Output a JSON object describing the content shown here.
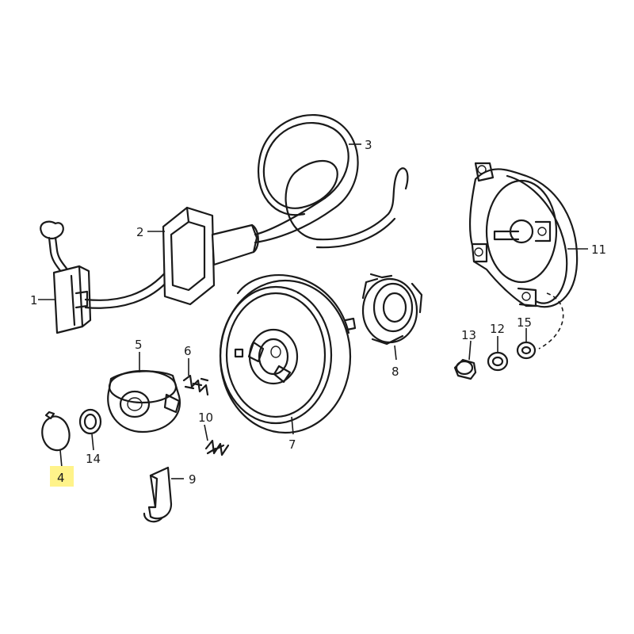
{
  "labels": {
    "p1": "1",
    "p2": "2",
    "p3": "3",
    "p4": "4",
    "p5": "5",
    "p6": "6",
    "p7": "7",
    "p8": "8",
    "p9": "9",
    "p10": "10",
    "p11": "11",
    "p12": "12",
    "p13": "13",
    "p14": "14",
    "p15": "15"
  },
  "highlight": {
    "part": "4",
    "color": "#fff38a"
  }
}
